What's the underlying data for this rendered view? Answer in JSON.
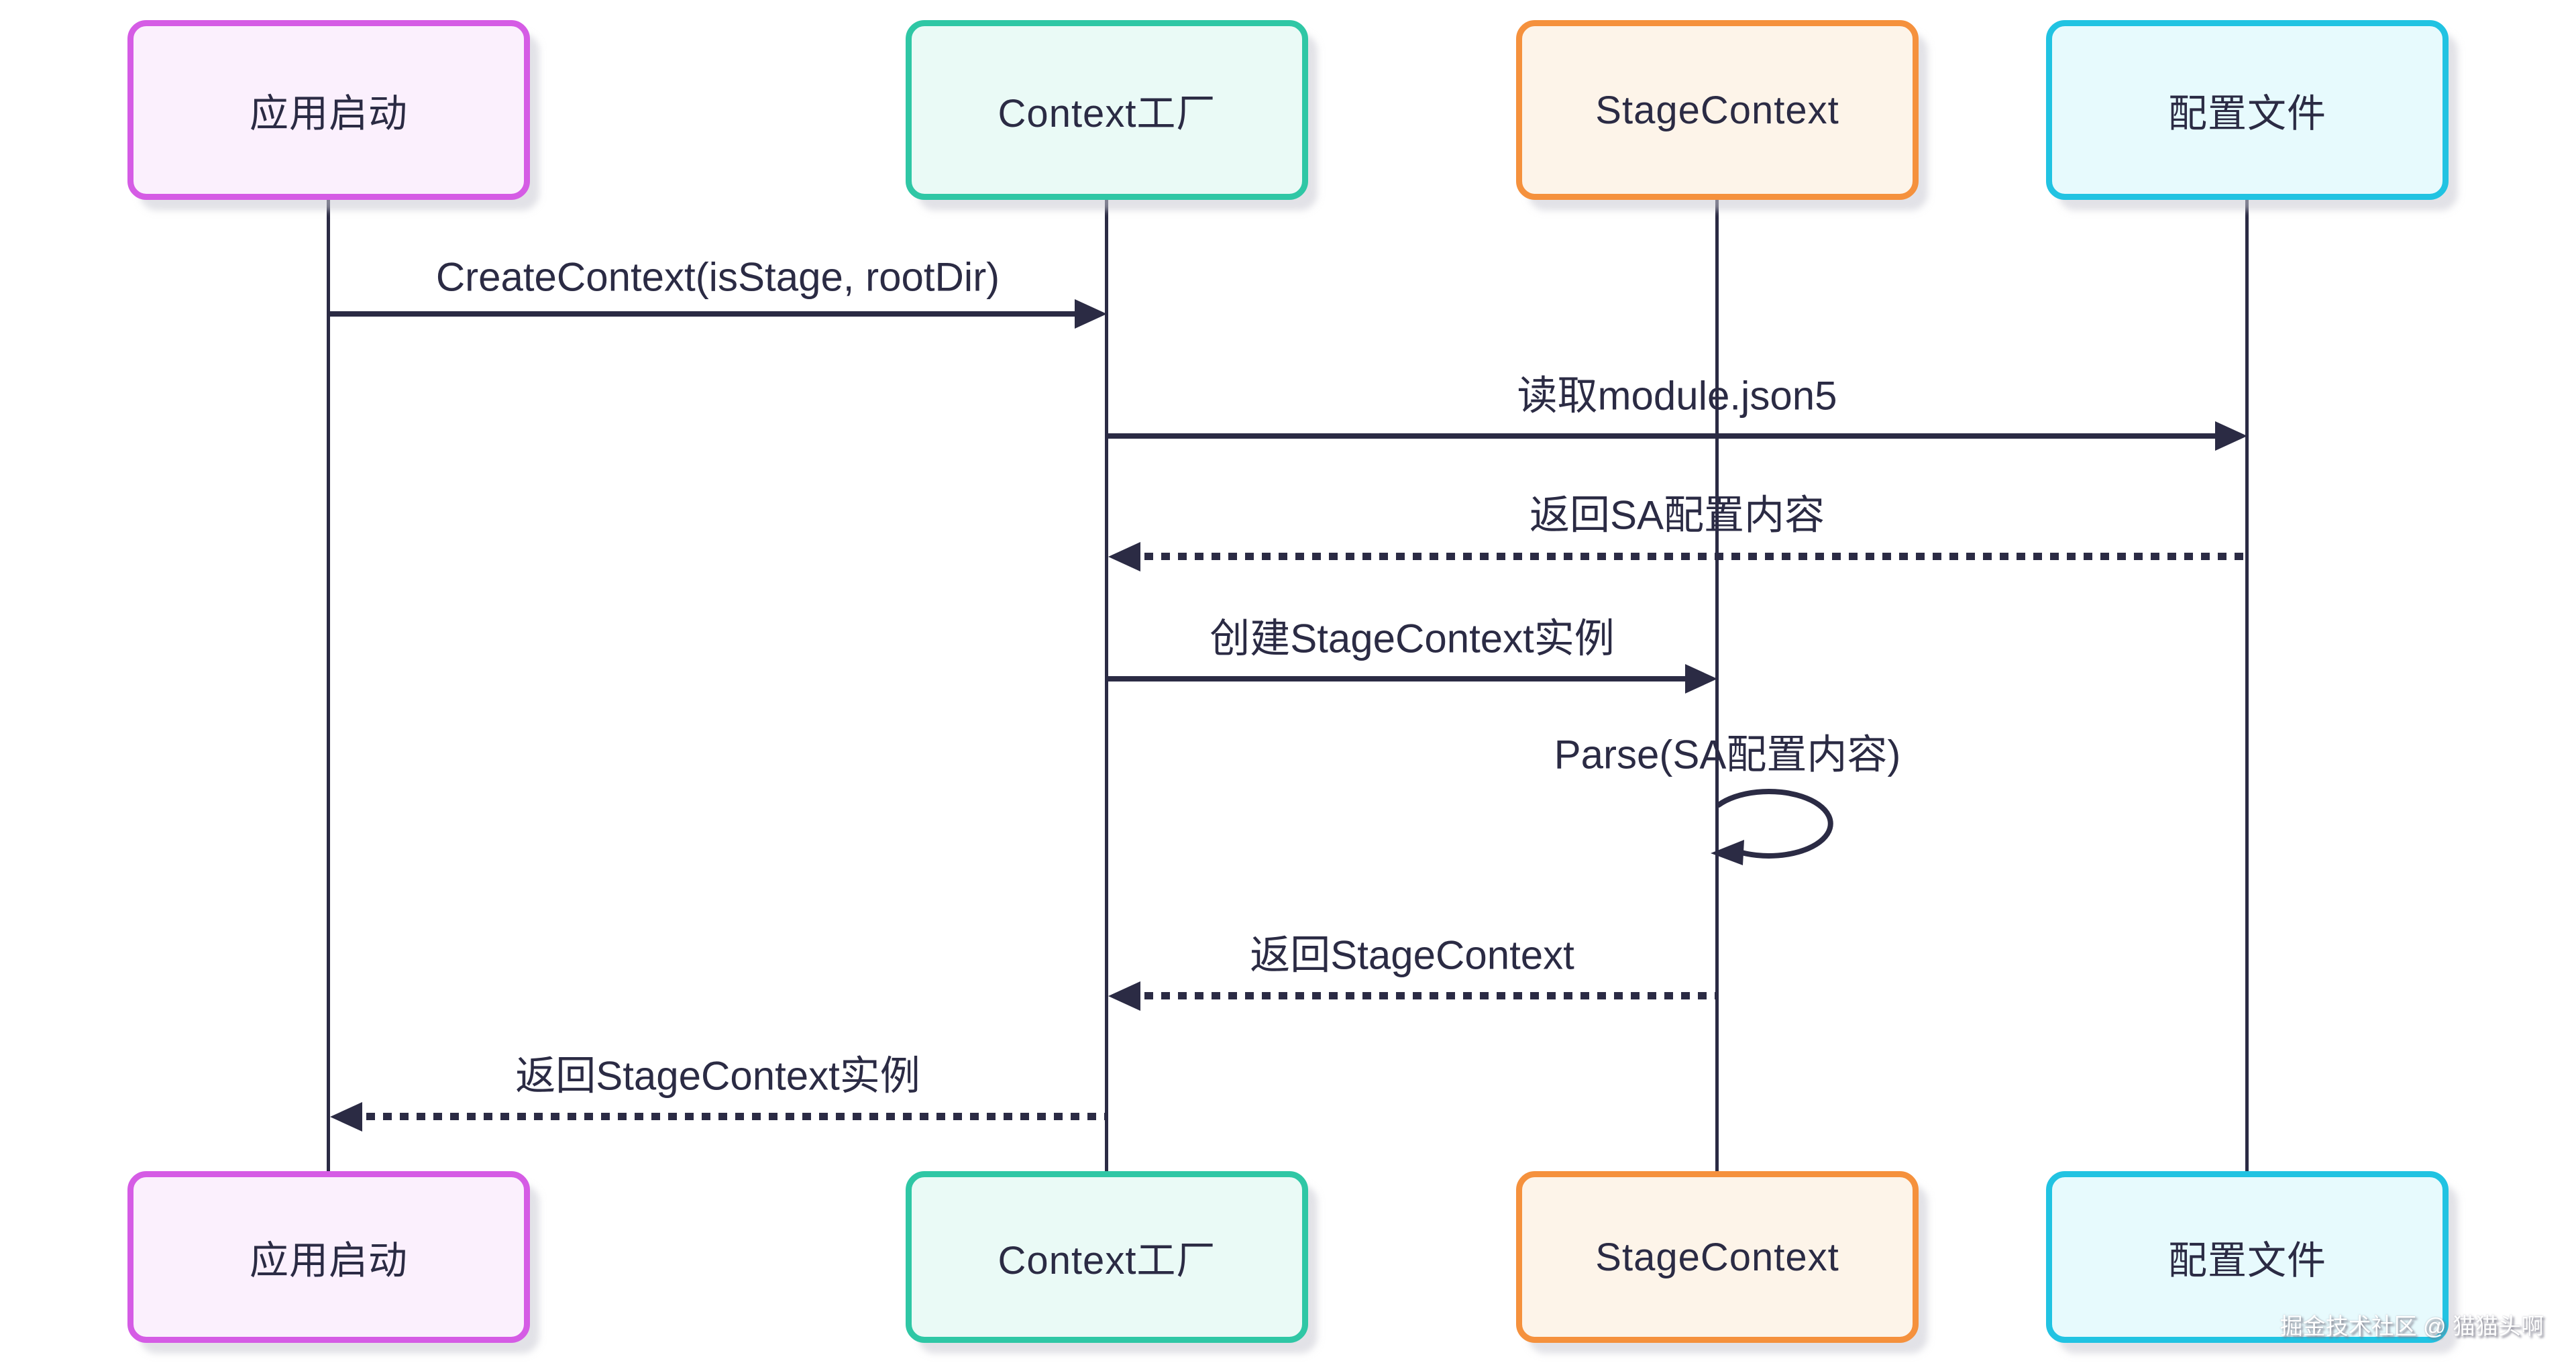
{
  "diagram": {
    "type": "sequence-diagram",
    "background_color": "#ffffff",
    "line_color": "#2b2b44",
    "participants": [
      {
        "id": "app-start",
        "label": "应用启动",
        "border_color": "#d55ce5",
        "fill_color": "#fbf0fd"
      },
      {
        "id": "context-factory",
        "label": "Context工厂",
        "border_color": "#2fc7a5",
        "fill_color": "#eafaf6"
      },
      {
        "id": "stage-context",
        "label": "StageContext",
        "border_color": "#f5913d",
        "fill_color": "#fdf4e9"
      },
      {
        "id": "config-file",
        "label": "配置文件",
        "border_color": "#21c3e2",
        "fill_color": "#e7fafd"
      }
    ],
    "messages": [
      {
        "from": "应用启动",
        "to": "Context工厂",
        "label": "CreateContext(isStage, rootDir)",
        "line": "solid"
      },
      {
        "from": "Context工厂",
        "to": "配置文件",
        "label": "读取module.json5",
        "line": "solid"
      },
      {
        "from": "配置文件",
        "to": "Context工厂",
        "label": "返回SA配置内容",
        "line": "dotted"
      },
      {
        "from": "Context工厂",
        "to": "StageContext",
        "label": "创建StageContext实例",
        "line": "solid"
      },
      {
        "from": "StageContext",
        "to": "StageContext",
        "label": "Parse(SA配置内容)",
        "line": "self-loop"
      },
      {
        "from": "StageContext",
        "to": "Context工厂",
        "label": "返回StageContext",
        "line": "dotted"
      },
      {
        "from": "Context工厂",
        "to": "应用启动",
        "label": "返回StageContext实例",
        "line": "dotted"
      }
    ],
    "watermark": "掘金技术社区 @ 猫猫头啊"
  }
}
